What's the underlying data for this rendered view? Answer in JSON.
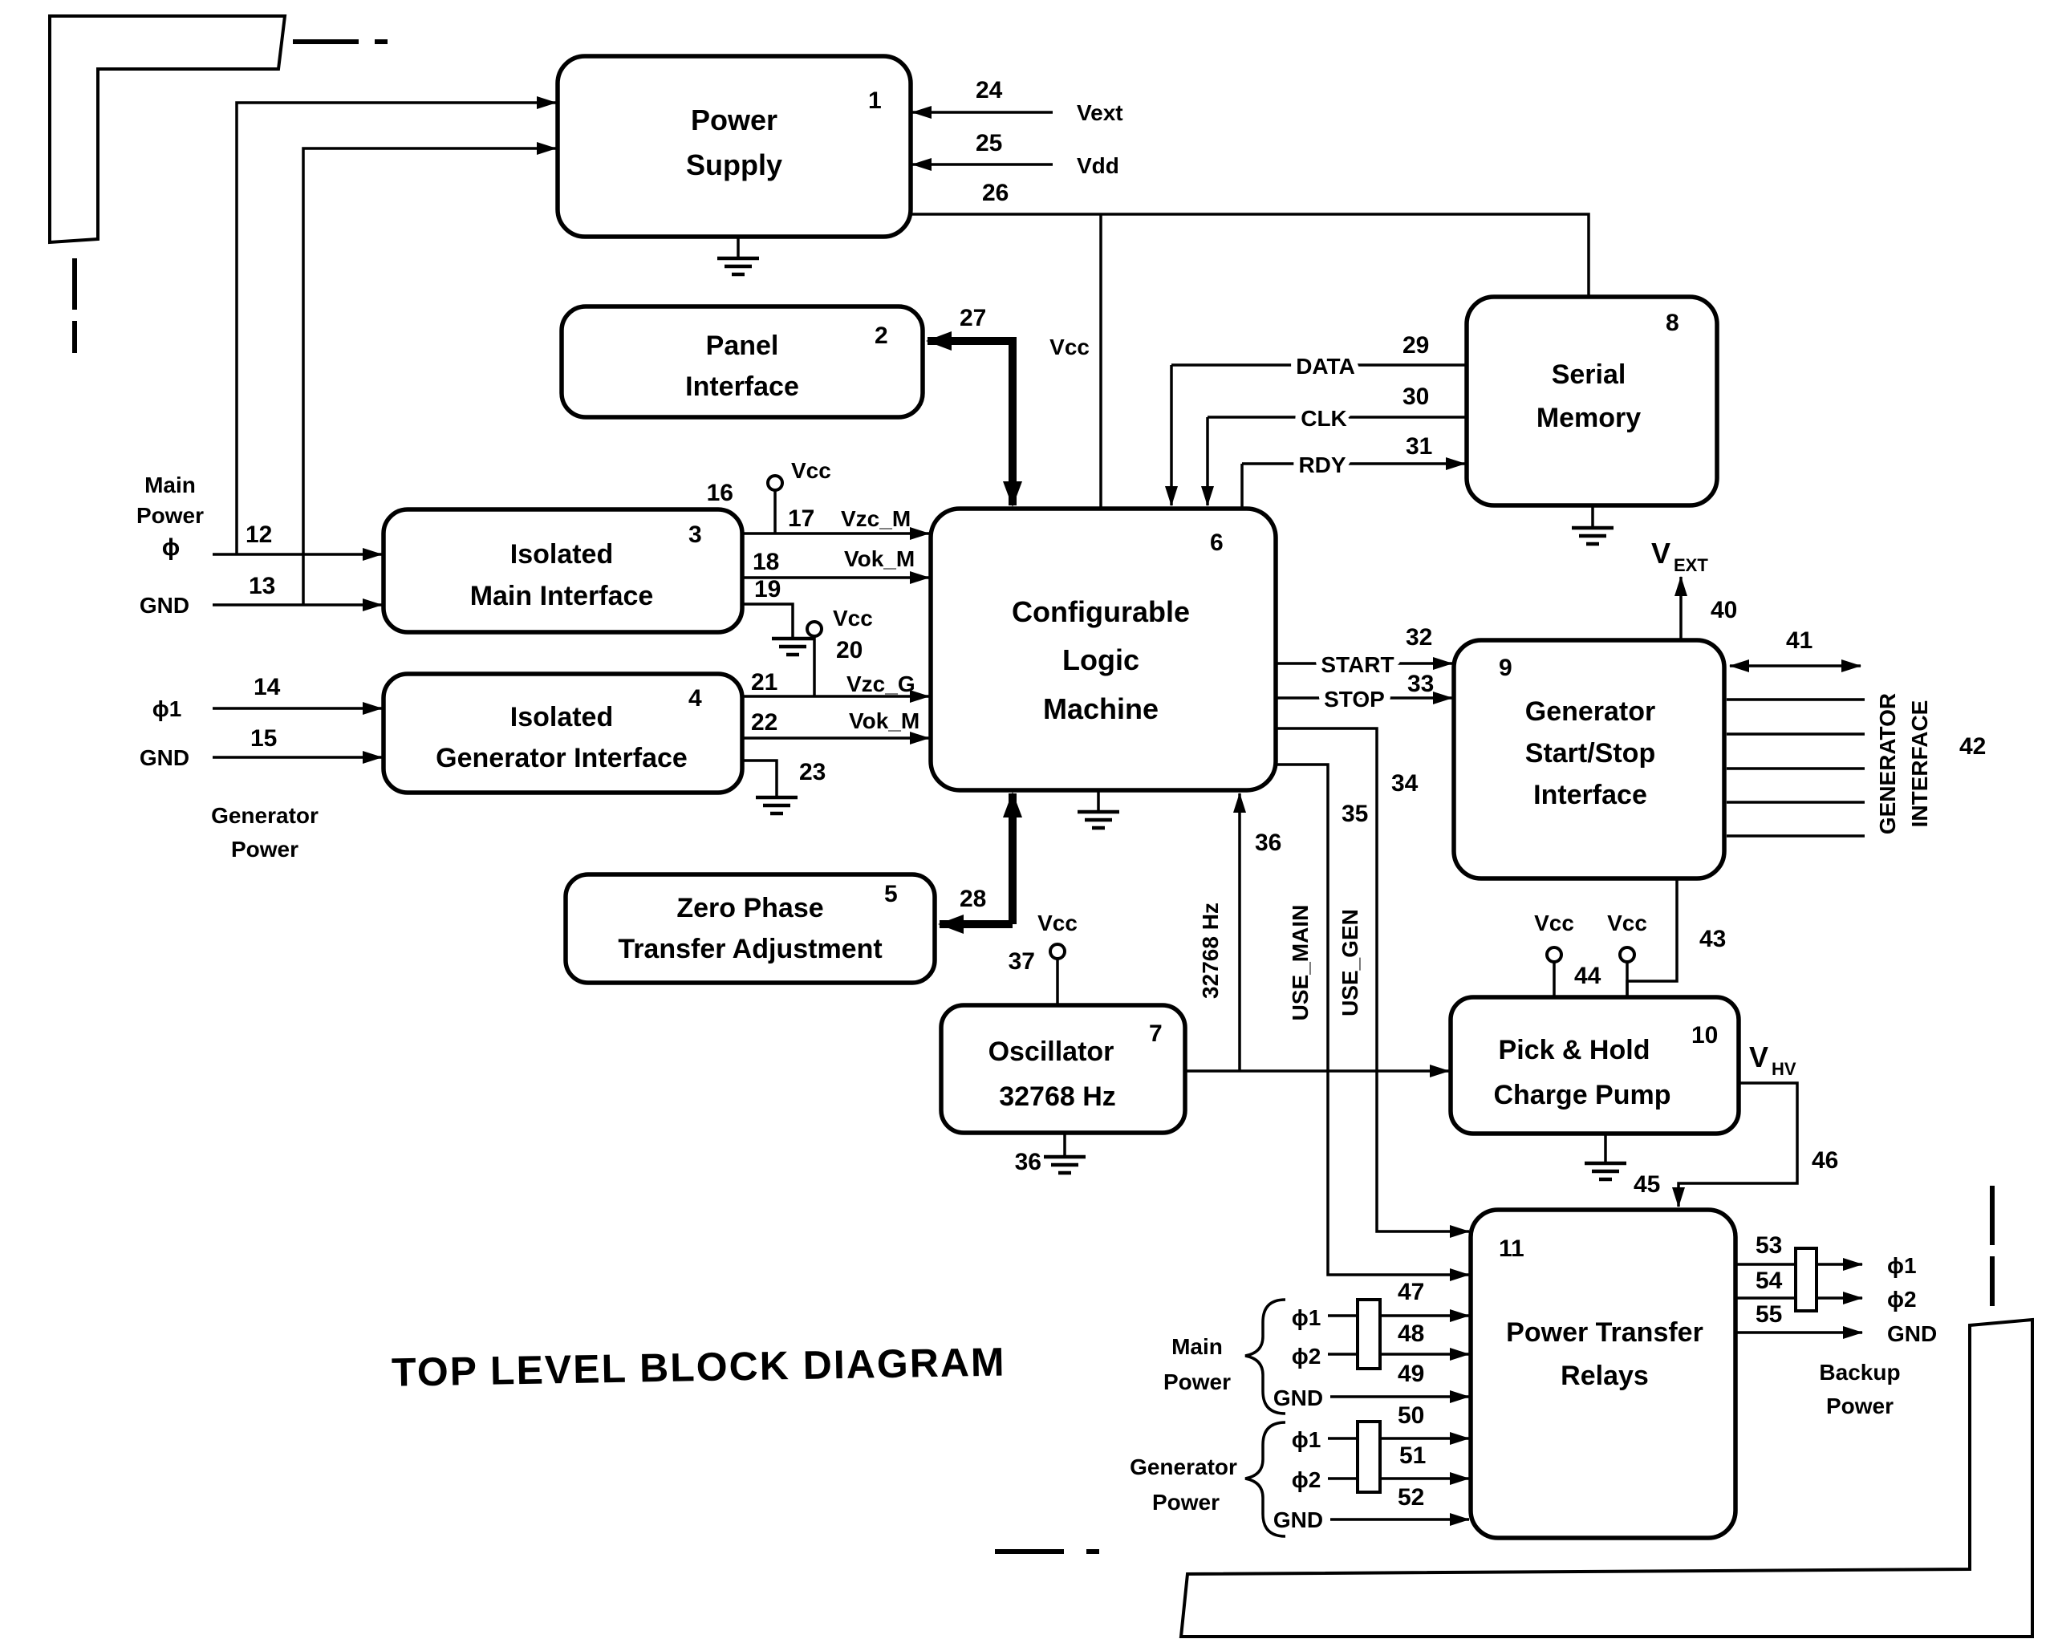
{
  "title": "TOP LEVEL BLOCK DIAGRAM",
  "blocks": {
    "power_supply": {
      "num": "1",
      "l1": "Power",
      "l2": "Supply"
    },
    "panel_interface": {
      "num": "2",
      "l1": "Panel",
      "l2": "Interface"
    },
    "isolated_main": {
      "num": "3",
      "l1": "Isolated",
      "l2": "Main Interface"
    },
    "isolated_generator": {
      "num": "4",
      "l1": "Isolated",
      "l2": "Generator Interface"
    },
    "zero_phase": {
      "num": "5",
      "l1": "Zero Phase",
      "l2": "Transfer Adjustment"
    },
    "clm": {
      "num": "6",
      "l1": "Configurable",
      "l2": "Logic",
      "l3": "Machine"
    },
    "oscillator": {
      "num": "7",
      "l1": "Oscillator",
      "l2": "32768 Hz"
    },
    "serial_memory": {
      "num": "8",
      "l1": "Serial",
      "l2": "Memory"
    },
    "gen_start_stop": {
      "num": "9",
      "l1": "Generator",
      "l2": "Start/Stop",
      "l3": "Interface"
    },
    "charge_pump": {
      "num": "10",
      "l1": "Pick & Hold",
      "l2": "Charge Pump"
    },
    "relays": {
      "num": "11",
      "l1": "Power Transfer",
      "l2": "Relays"
    }
  },
  "nums": {
    "12": "12",
    "13": "13",
    "14": "14",
    "15": "15",
    "16": "16",
    "17": "17",
    "18": "18",
    "19": "19",
    "20": "20",
    "21": "21",
    "22": "22",
    "23": "23",
    "24": "24",
    "25": "25",
    "26": "26",
    "27": "27",
    "28": "28",
    "29": "29",
    "30": "30",
    "31": "31",
    "32": "32",
    "33": "33",
    "34": "34",
    "35": "35",
    "36": "36",
    "36b": "36",
    "37": "37",
    "40": "40",
    "41": "41",
    "42": "42",
    "43": "43",
    "44": "44",
    "45": "45",
    "46": "46",
    "47": "47",
    "48": "48",
    "49": "49",
    "50": "50",
    "51": "51",
    "52": "52",
    "53": "53",
    "54": "54",
    "55": "55"
  },
  "signals": {
    "vext": "Vext",
    "vdd": "Vdd",
    "vcc": "Vcc",
    "gnd": "GND",
    "phi": "ϕ",
    "phi1": "ϕ1",
    "phi2": "ϕ2",
    "vzc_m": "Vzc_M",
    "vok_m": "Vok_M",
    "vzc_g": "Vzc_G",
    "vok_m2": "Vok_M",
    "data": "DATA",
    "clk": "CLK",
    "rdy": "RDY",
    "start": "START",
    "stop": "STOP",
    "use_main": "USE_MAIN",
    "use_gen": "USE_GEN",
    "osc_freq": "32768 Hz",
    "gen_iface_1": "GENERATOR",
    "gen_iface_2": "INTERFACE",
    "v": "V",
    "ext": "EXT",
    "hv": "HV",
    "main_1": "Main",
    "main_2": "Power",
    "generator_1": "Generator",
    "generator_2": "Power",
    "backup_1": "Backup",
    "backup_2": "Power"
  }
}
